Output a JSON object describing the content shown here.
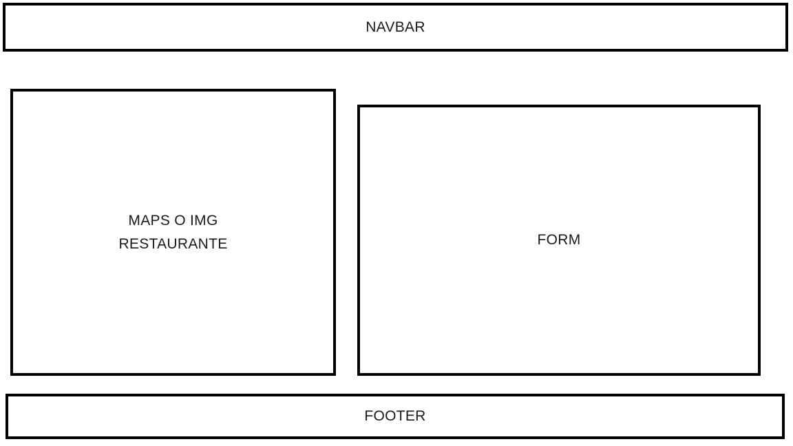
{
  "navbar": {
    "label": "NAVBAR"
  },
  "maps": {
    "line1": "MAPS O IMG",
    "line2": "RESTAURANTE"
  },
  "form": {
    "label": "FORM"
  },
  "footer": {
    "label": "FOOTER"
  },
  "colors": {
    "border": "#000000",
    "background": "#ffffff",
    "text": "#1a1a1a"
  }
}
